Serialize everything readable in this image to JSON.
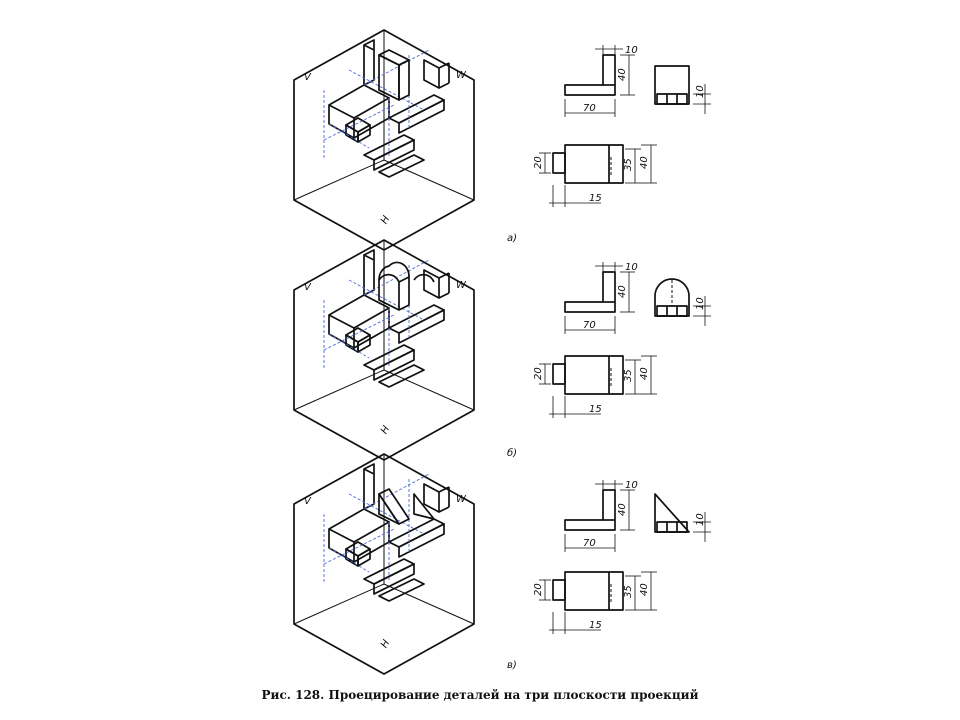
{
  "caption": "Рис. 128. Проецирование деталей на три плоскости проекций",
  "planes": {
    "v": "V",
    "w": "W",
    "h": "H"
  },
  "panels": [
    {
      "letter": "а)",
      "dims": {
        "top": "10",
        "height": "40",
        "length": "70",
        "side": "10",
        "thick": "20",
        "inner": "35",
        "depth": "40",
        "offset": "15"
      }
    },
    {
      "letter": "б)",
      "dims": {
        "top": "10",
        "height": "40",
        "length": "70",
        "side": "10",
        "thick": "20",
        "inner": "35",
        "depth": "40",
        "offset": "15"
      }
    },
    {
      "letter": "в)",
      "dims": {
        "top": "10",
        "height": "40",
        "length": "70",
        "side": "10",
        "thick": "20",
        "inner": "35",
        "depth": "40",
        "offset": "15"
      }
    }
  ]
}
